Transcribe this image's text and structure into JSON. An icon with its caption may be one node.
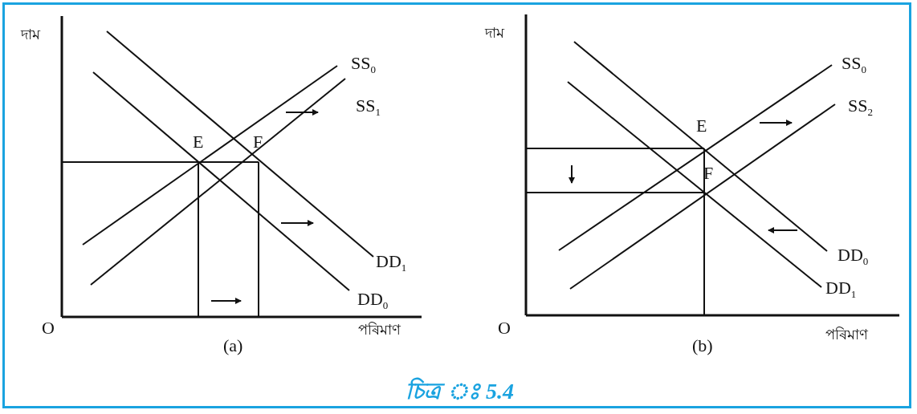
{
  "diagram": {
    "caption": "চিত্ৰ ঃ 5.4",
    "labels": [
      "দাম",
      "SS$_{0}$",
      "SS$_{1}$",
      "E",
      "F",
      "DD$_{1}$",
      "DD$_{0}$",
      "O",
      "পৰিমাণ",
      "(a)",
      "দাম",
      "SS$_{0}$",
      "SS$_{2}$",
      "E",
      "F",
      "DD$_{0}$",
      "DD$_{1}$",
      "O",
      "পৰিমাণ",
      "(b)"
    ]
  }
}
